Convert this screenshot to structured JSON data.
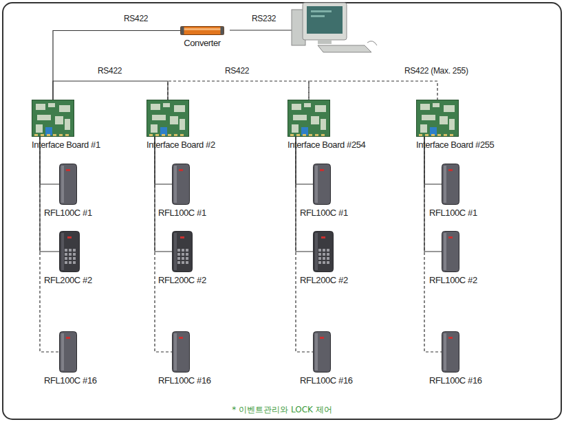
{
  "diagram": {
    "caption": "* 이벤트관리와 LOCK 제어",
    "nodes": [
      {
        "text": [
          "Converter"
        ]
      },
      {
        "text": [
          "Interface Board #1"
        ]
      },
      {
        "text": [
          "RFL100C #1"
        ]
      },
      {
        "text": [
          "RFL200C #2"
        ]
      },
      {
        "text": [
          "RFL100C #16"
        ]
      },
      {
        "text": [
          "Interface Board #2"
        ]
      },
      {
        "text": [
          "RFL100C #1"
        ]
      },
      {
        "text": [
          "RFL200C #2"
        ]
      },
      {
        "text": [
          "RFL100C #16"
        ]
      },
      {
        "text": [
          "Interface Board #254"
        ]
      },
      {
        "text": [
          "RFL100C #1"
        ]
      },
      {
        "text": [
          "RFL200C #2"
        ]
      },
      {
        "text": [
          "RFL100C #16"
        ]
      },
      {
        "text": [
          "Interface Board #255"
        ]
      },
      {
        "text": [
          "RFL100C #1"
        ]
      },
      {
        "text": [
          "RFL100C #2"
        ]
      },
      {
        "text": [
          "RFL100C #16"
        ]
      }
    ],
    "edges": [
      {
        "from": 0,
        "to": 1,
        "arrow": "none",
        "label": "RS422"
      },
      {
        "from": 1,
        "to": 5,
        "arrow": "none",
        "label": "RS422"
      },
      {
        "from": 5,
        "to": 9,
        "arrow": "none",
        "label": "RS422"
      },
      {
        "from": 9,
        "to": 13,
        "arrow": "none",
        "label": "RS422 (Max. 255)"
      },
      {
        "from": 1,
        "to": 2,
        "arrow": "none"
      },
      {
        "from": 1,
        "to": 3,
        "arrow": "none"
      },
      {
        "from": 1,
        "to": 4,
        "arrow": "none"
      },
      {
        "from": 5,
        "to": 6,
        "arrow": "none"
      },
      {
        "from": 5,
        "to": 7,
        "arrow": "none"
      },
      {
        "from": 5,
        "to": 8,
        "arrow": "none"
      },
      {
        "from": 9,
        "to": 10,
        "arrow": "none"
      },
      {
        "from": 9,
        "to": 11,
        "arrow": "none"
      },
      {
        "from": 9,
        "to": 12,
        "arrow": "none"
      },
      {
        "from": 13,
        "to": 14,
        "arrow": "none"
      },
      {
        "from": 13,
        "to": 15,
        "arrow": "none"
      },
      {
        "from": 13,
        "to": 16,
        "arrow": "none"
      }
    ],
    "labels": [
      "RS232"
    ]
  }
}
